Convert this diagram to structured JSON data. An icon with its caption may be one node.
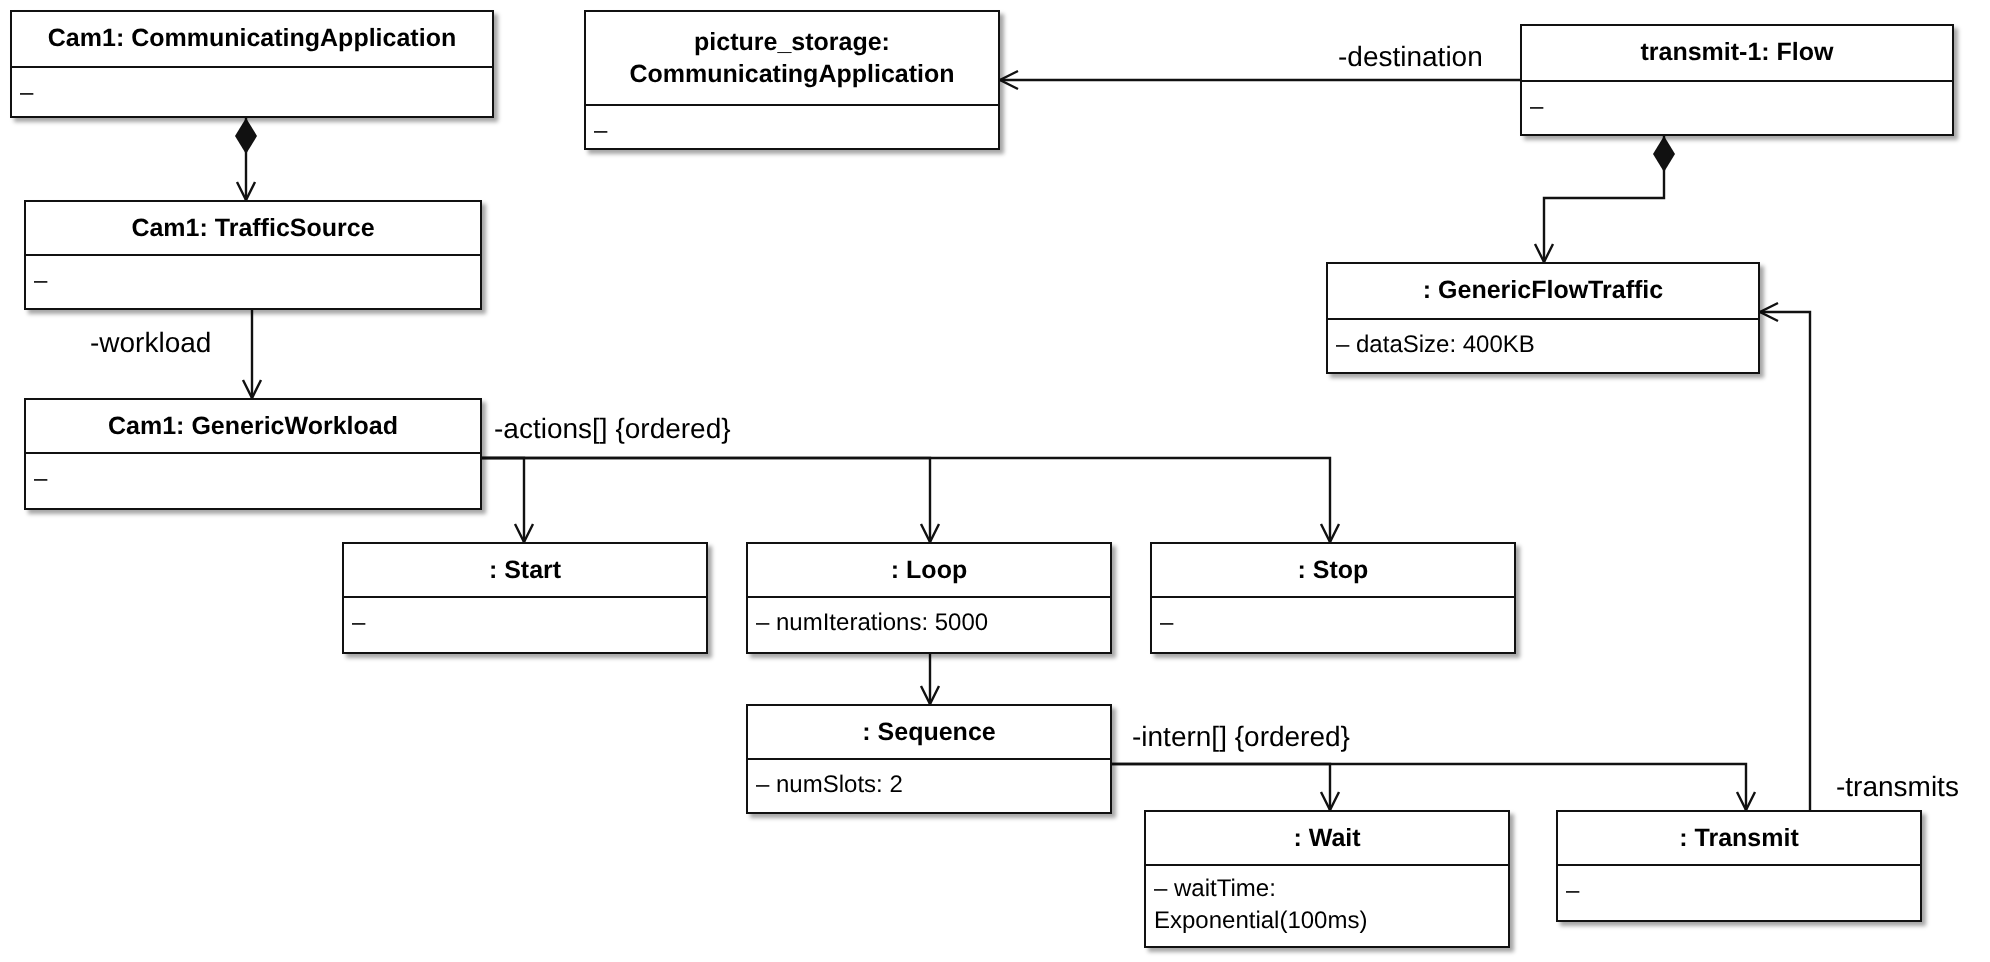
{
  "diagram": {
    "nodes": [
      {
        "text": [
          "Cam1: CommunicatingApplication",
          "–"
        ]
      },
      {
        "text": [
          "picture_storage: CommunicatingApplication",
          "–"
        ]
      },
      {
        "text": [
          "transmit-1: Flow",
          "–"
        ]
      },
      {
        "text": [
          "Cam1: TrafficSource",
          "–"
        ]
      },
      {
        "text": [
          ": GenericFlowTraffic",
          "– dataSize: 400KB"
        ]
      },
      {
        "text": [
          "Cam1: GenericWorkload",
          "–"
        ]
      },
      {
        "text": [
          ": Start",
          "–"
        ]
      },
      {
        "text": [
          ": Loop",
          "– numIterations: 5000"
        ]
      },
      {
        "text": [
          ": Stop",
          "–"
        ]
      },
      {
        "text": [
          ": Sequence",
          "– numSlots: 2"
        ]
      },
      {
        "text": [
          ": Wait",
          "– waitTime: Exponential(100ms)"
        ]
      },
      {
        "text": [
          ": Transmit",
          "–"
        ]
      }
    ],
    "edges": [
      {
        "from": 0,
        "to": 3,
        "arrow": "to"
      },
      {
        "from": 2,
        "to": 1,
        "arrow": "to",
        "label": "-destination"
      },
      {
        "from": 2,
        "to": 4,
        "arrow": "to"
      },
      {
        "from": 3,
        "to": 5,
        "arrow": "to",
        "label": "-workload"
      },
      {
        "from": 5,
        "to": 6,
        "arrow": "to",
        "label": "-actions[] {ordered}"
      },
      {
        "from": 5,
        "to": 7,
        "arrow": "to"
      },
      {
        "from": 5,
        "to": 8,
        "arrow": "to"
      },
      {
        "from": 7,
        "to": 9,
        "arrow": "to"
      },
      {
        "from": 9,
        "to": 10,
        "arrow": "to",
        "label": "-intern[] {ordered}"
      },
      {
        "from": 9,
        "to": 11,
        "arrow": "to"
      },
      {
        "from": 11,
        "to": 4,
        "arrow": "to",
        "label": "-transmits"
      }
    ]
  }
}
